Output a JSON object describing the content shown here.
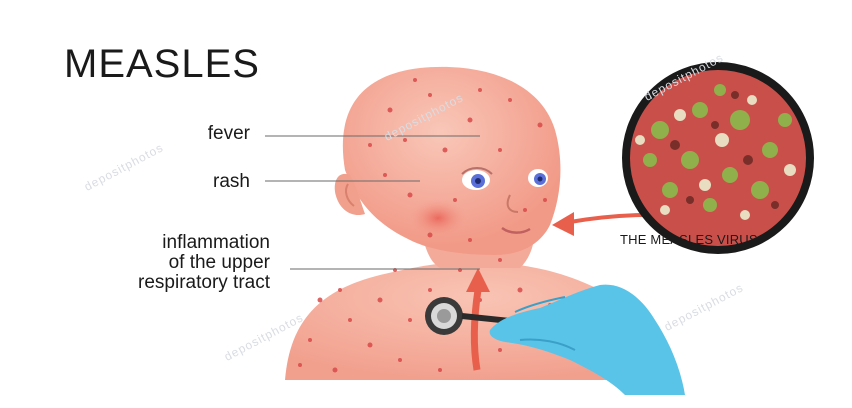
{
  "title": "MEASLES",
  "labels": {
    "fever": "fever",
    "rash": "rash",
    "inflammation": [
      "inflammation",
      "of the upper",
      "respiratory tract"
    ],
    "virus": "THE MEASLES VIRUS"
  },
  "watermark": "depositphotos",
  "colors": {
    "skin": "#f4a090",
    "skin_light": "#f8c0b0",
    "rash_dot": "#d94a4a",
    "arrow": "#e8604c",
    "glove": "#5ac3e8",
    "eye": "#5a6fd8",
    "virus_ring": "#1a1a1a",
    "virus_bg": "#c9504a"
  }
}
